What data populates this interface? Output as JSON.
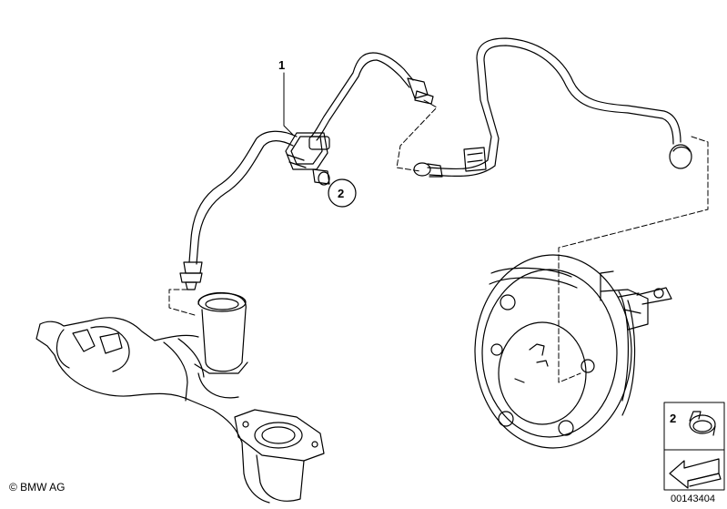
{
  "callouts": [
    {
      "id": "1",
      "label": "1"
    },
    {
      "id": "2",
      "label": "2"
    }
  ],
  "legend": {
    "clamp_label": "2"
  },
  "copyright": "© BMW AG",
  "document_number": "00143404",
  "colors": {
    "line": "#000000",
    "background": "#ffffff"
  }
}
